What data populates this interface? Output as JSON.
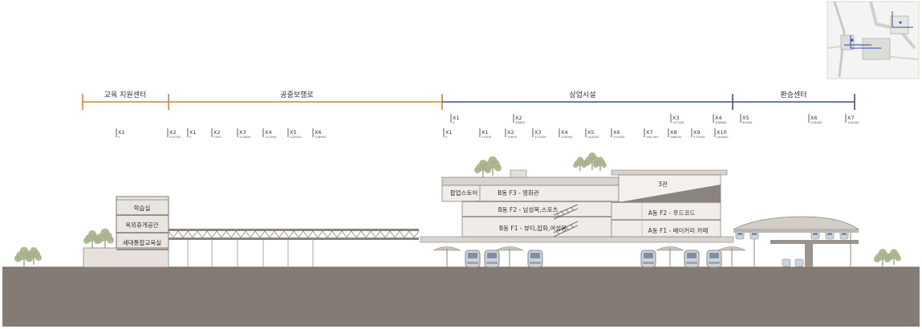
{
  "colors": {
    "zone_orange": "#d9822b",
    "zone_navy": "#3d4d8c",
    "ground": "#847b74",
    "building_fill": "#e6e1dc",
    "building_stroke": "#8c8580",
    "text": "#333333"
  },
  "zones": [
    {
      "label": "교육 지원센터",
      "color": "orange"
    },
    {
      "label": "공중보행로",
      "color": "orange"
    },
    {
      "label": "상업시설",
      "color": "navy"
    },
    {
      "label": "환승센터",
      "color": "navy"
    }
  ],
  "grid_upper": [
    {
      "label": "X1",
      "value": "0"
    },
    {
      "label": "X2",
      "value": "38860"
    },
    {
      "label": "X3",
      "value": "157180"
    },
    {
      "label": "X4",
      "value": "186980"
    },
    {
      "label": "X5",
      "value": "95280"
    },
    {
      "label": "X6",
      "value": "109480"
    },
    {
      "label": "X7",
      "value": "120580"
    }
  ],
  "grid_lower": [
    {
      "label": "X1",
      "value": "0"
    },
    {
      "label": "X2",
      "value": "215700"
    },
    {
      "label": "X1",
      "value": "0"
    },
    {
      "label": "X2",
      "value": "7300"
    },
    {
      "label": "X3",
      "value": "114600"
    },
    {
      "label": "X4",
      "value": "121900"
    },
    {
      "label": "X5",
      "value": "129200"
    },
    {
      "label": "X6",
      "value": "136500"
    },
    {
      "label": "X1",
      "value": "0"
    },
    {
      "label": "X1",
      "value": "11000"
    },
    {
      "label": "X2",
      "value": "19000"
    },
    {
      "label": "X3",
      "value": "127000"
    },
    {
      "label": "X4",
      "value": "135000"
    },
    {
      "label": "X5",
      "value": "143000"
    },
    {
      "label": "X6",
      "value": "151000"
    },
    {
      "label": "X7",
      "value": "160,900"
    },
    {
      "label": "X8",
      "value": "168200"
    },
    {
      "label": "X9",
      "value": "175500"
    },
    {
      "label": "X10",
      "value": "182800"
    }
  ],
  "left_building": {
    "floors": [
      "학습실",
      "옥외휴게공간",
      "세대통합교육실"
    ]
  },
  "commercial": {
    "roof_label": "팝업스토어",
    "b_floors": [
      "B동 F3 - 영화관",
      "B동 F2 - 남성복,스포츠",
      "B동 F1 - 뷰티,잡화,여성복"
    ],
    "a_floors": [
      "3관",
      "A동 F2 - 푸드코드",
      "A동 F1 - 베이커리 카페"
    ]
  }
}
